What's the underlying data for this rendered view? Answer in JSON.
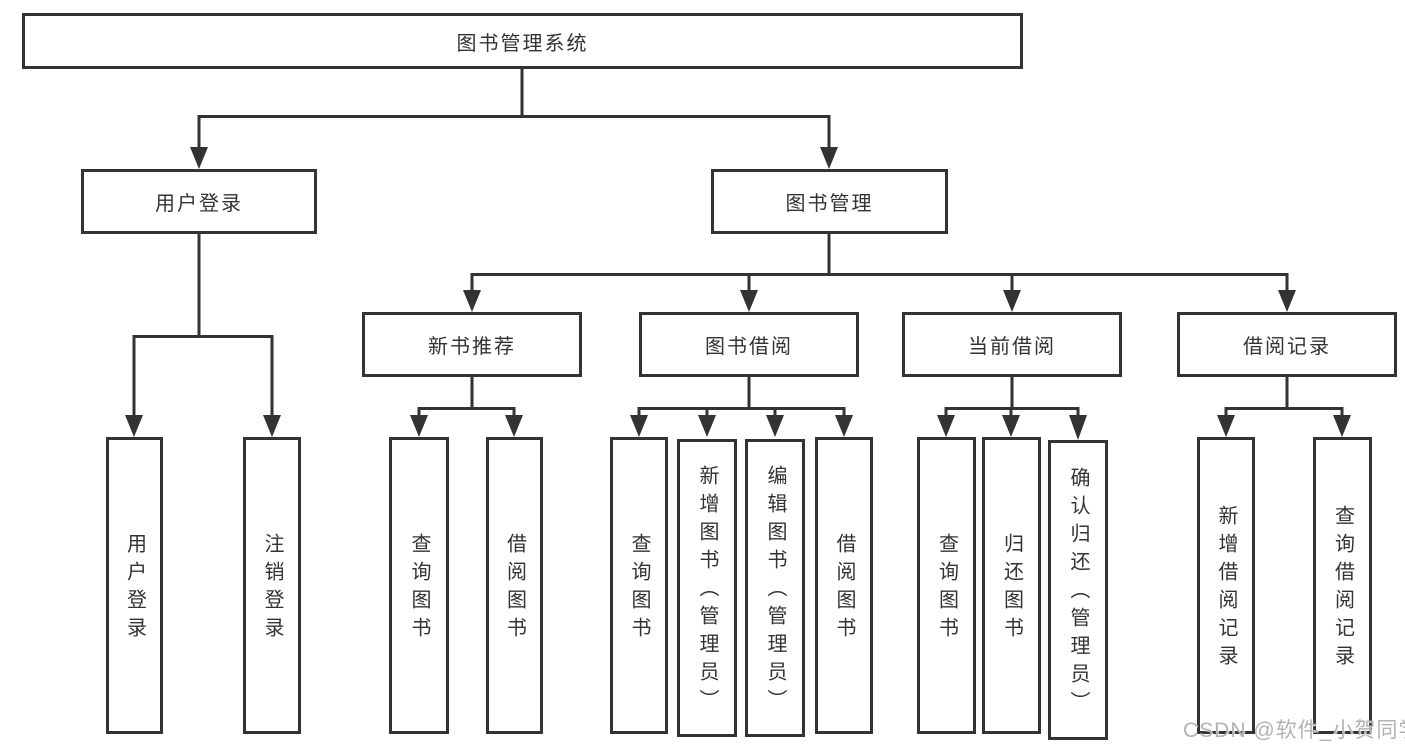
{
  "tree": {
    "root": {
      "label": "图书管理系统"
    },
    "branches": [
      {
        "label": "用户登录",
        "children": [
          {
            "label": "用户登录"
          },
          {
            "label": "注销登录"
          }
        ]
      },
      {
        "label": "图书管理",
        "children": [
          {
            "label": "新书推荐",
            "children": [
              {
                "label": "查询图书"
              },
              {
                "label": "借阅图书"
              }
            ]
          },
          {
            "label": "图书借阅",
            "children": [
              {
                "label": "查询图书"
              },
              {
                "label": "新增图书（管理员）"
              },
              {
                "label": "编辑图书（管理员）"
              },
              {
                "label": "借阅图书"
              }
            ]
          },
          {
            "label": "当前借阅",
            "children": [
              {
                "label": "查询图书"
              },
              {
                "label": "归还图书"
              },
              {
                "label": "确认归还（管理员）"
              }
            ]
          },
          {
            "label": "借阅记录",
            "children": [
              {
                "label": "新增借阅记录"
              },
              {
                "label": "查询借阅记录"
              }
            ]
          }
        ]
      }
    ]
  },
  "watermark": {
    "text": "CSDN @软件_小贺同学"
  },
  "colors": {
    "line": "#333333",
    "text": "#333333",
    "background": "#ffffff",
    "watermark": "#b2b2b2"
  }
}
